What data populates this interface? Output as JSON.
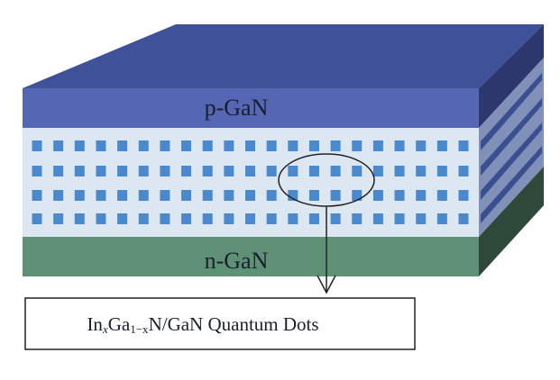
{
  "layers": {
    "top": "p-GaN",
    "bottom": "n-GaN"
  },
  "callout": {
    "prefix": "In",
    "sub_x": "x",
    "ga": "Ga",
    "sub_1mx": "1−x",
    "rest": "N/GaN Quantum Dots"
  },
  "colors": {
    "p_front": "#5566b5",
    "p_top": "#3f5299",
    "p_side": "#2c376e",
    "qd_bg": "#dde7f1",
    "dot": "#4a89cc",
    "n_front": "#5f9177",
    "n_side": "#2e4839"
  }
}
